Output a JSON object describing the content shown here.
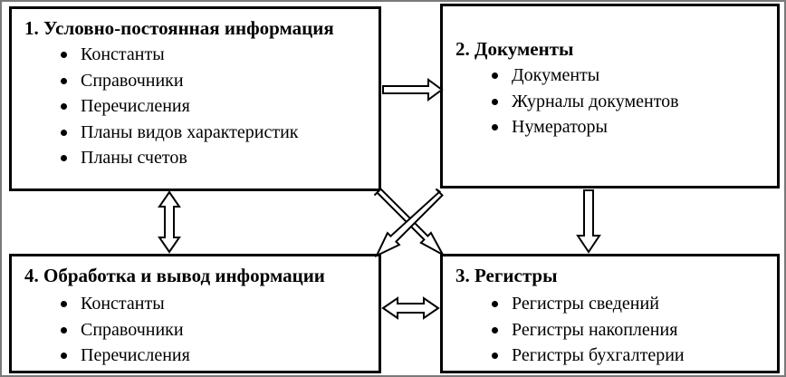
{
  "boxes": {
    "reference": {
      "title": "1. Условно-постоянная информация",
      "items": [
        "Константы",
        "Справочники",
        "Перечисления",
        "Планы видов характеристик",
        "Планы счетов"
      ]
    },
    "documents": {
      "title": "2. Документы",
      "items": [
        "Документы",
        "Журналы документов",
        "Нумераторы"
      ]
    },
    "registers": {
      "title": "3. Регистры",
      "items": [
        "Регистры сведений",
        "Регистры накопления",
        "Регистры бухгалтерии"
      ]
    },
    "processing": {
      "title": "4. Обработка и вывод информации",
      "items": [
        "Константы",
        "Справочники",
        "Перечисления"
      ]
    }
  }
}
